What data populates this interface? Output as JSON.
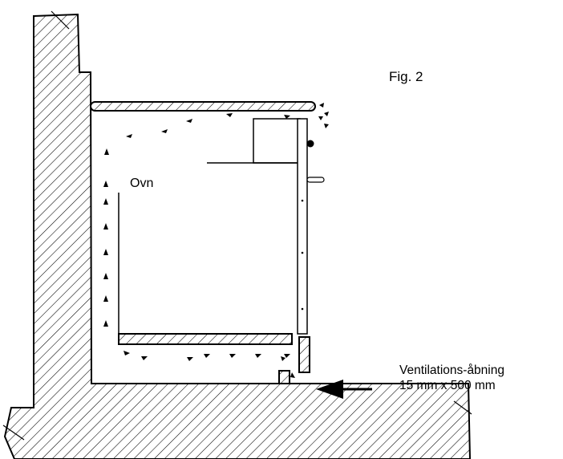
{
  "figure": {
    "fig_label": "Fig. 2",
    "oven_label": "Ovn",
    "vent_label_line1": "Ventilations-åbning",
    "vent_label_line2": "15 mm x 500 mm"
  },
  "colors": {
    "line": "#000000",
    "background": "#ffffff"
  },
  "icons": {
    "airflow": "triangle-arrow-icon",
    "inlet": "left-arrow-icon"
  }
}
